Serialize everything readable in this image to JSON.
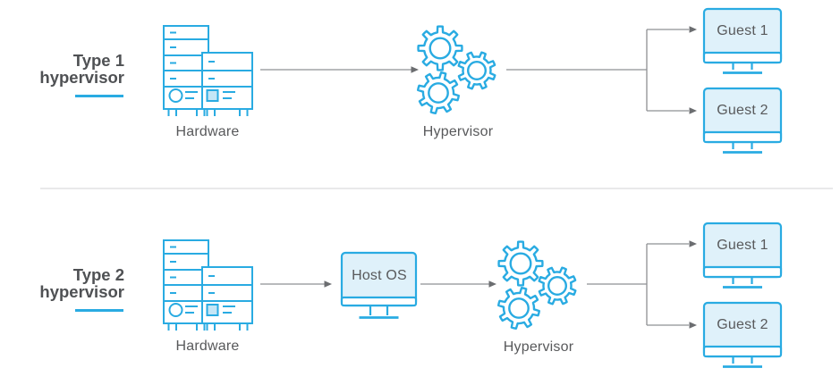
{
  "row1": {
    "title_line1": "Type 1",
    "title_line2": "hypervisor",
    "hardware_label": "Hardware",
    "hypervisor_label": "Hypervisor",
    "guest1_label": "Guest 1",
    "guest2_label": "Guest 2"
  },
  "row2": {
    "title_line1": "Type 2",
    "title_line2": "hypervisor",
    "hardware_label": "Hardware",
    "host_os_label": "Host OS",
    "hypervisor_label": "Hypervisor",
    "guest1_label": "Guest 1",
    "guest2_label": "Guest 2"
  },
  "colors": {
    "accent": "#29abe2",
    "screen_fill": "#dff1fa",
    "panel_fill": "#c5e6f6",
    "label_text": "#58595b",
    "title_text": "#4f5154",
    "connector": "#8e9093",
    "connector_head": "#6b6d70",
    "divider": "#dcdcde"
  }
}
